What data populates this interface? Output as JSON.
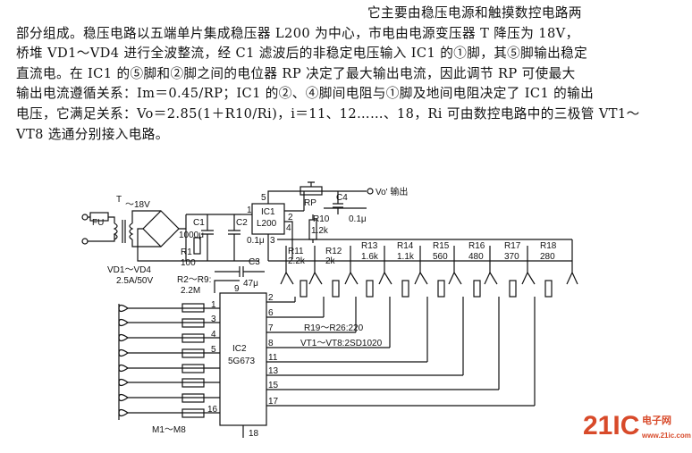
{
  "text": {
    "lines": [
      "它主要由稳压电源和触摸数控电路两",
      "部分组成。稳压电路以五端单片集成稳压器 L200 为中心，市电由电源变压器 T 降压为 18V，",
      "桥堆 VD1～VD4 进行全波整流，经 C1 滤波后的非稳定电压输入 IC1 的①脚，其⑤脚输出稳定",
      "直流电。在 IC1 的⑤脚和②脚之间的电位器 RP 决定了最大输出电流，因此调节 RP 可使最大",
      "输出电流遵循关系：Im＝0.45/RP；IC1 的②、④脚间电阻与①脚及地间电阻决定了 IC1 的输出",
      "电压，它满足关系：Vo＝2.85(1＋R10/Ri)，i＝11、12……、18，Ri 可由数控电路中的三极管 VT1～",
      "VT8 选通分别接入电路。"
    ]
  },
  "schematic": {
    "fuse": "FU",
    "transformer": "T",
    "ac_voltage": "～18V",
    "rectifier": "VD1～VD4",
    "rectifier_rating": "2.5A/50V",
    "c1": "C1",
    "c1_value": "1000μ",
    "c2": "C2",
    "c2_value": "0.1μ",
    "r1": "R1",
    "r1_value": "100",
    "ic1": "IC1",
    "ic1_part": "L200",
    "ic1_pins": [
      "1",
      "2",
      "3",
      "4",
      "5"
    ],
    "rp": "RP",
    "c4": "C4",
    "c4_value": "0.1μ",
    "output": "Vo' 输出",
    "r10": "R10",
    "r10_value": "1.2k",
    "c3": "C3",
    "c3_value": "47μ",
    "r2_r9": "R2～R9:",
    "r2_r9_value": "2.2M",
    "ic2": "IC2",
    "ic2_part": "5G673",
    "ic2_left_pins": [
      "1",
      "3",
      "4",
      "5",
      "16"
    ],
    "ic2_right_pins": [
      "2",
      "6",
      "7",
      "8",
      "11",
      "13",
      "15",
      "17"
    ],
    "ic2_pin9": "9",
    "ic2_pin18": "18",
    "r19_r26": "R19～R26:220",
    "vt_note": "VT1～VT8:2SD1020",
    "touch": "M1～M8",
    "resistors": [
      {
        "name": "R11",
        "value": "2.2k"
      },
      {
        "name": "R12",
        "value": "2k"
      },
      {
        "name": "R13",
        "value": "1.6k"
      },
      {
        "name": "R14",
        "value": "1.1k"
      },
      {
        "name": "R15",
        "value": "560"
      },
      {
        "name": "R16",
        "value": "480"
      },
      {
        "name": "R17",
        "value": "370"
      },
      {
        "name": "R18",
        "value": "280"
      }
    ]
  },
  "watermark": {
    "brand": "21IC",
    "suffix": "电子网",
    "url": "www.21ic.com"
  },
  "colors": {
    "ink": "#111111",
    "watermark": "#d84a2a"
  }
}
